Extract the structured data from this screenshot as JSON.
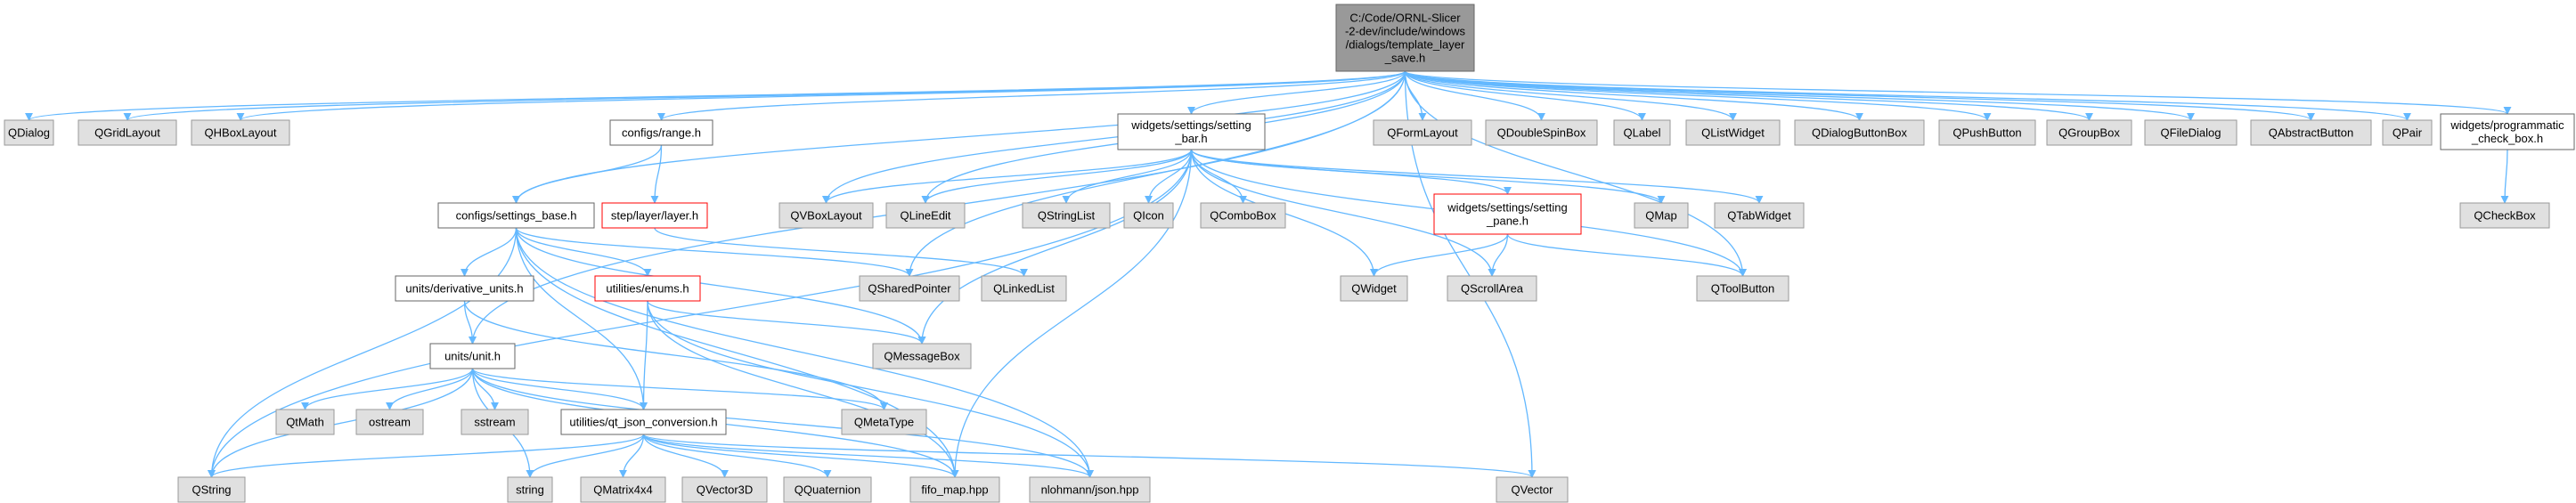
{
  "colors": {
    "edge": "#63b8ff",
    "root_fill": "#999999",
    "root_stroke": "#666666",
    "local_fill": "#ffffff",
    "local_stroke": "#666666",
    "highlight_stroke": "#ff0000",
    "external_fill": "#e0e0e0",
    "external_stroke": "#999999"
  },
  "nodes": [
    {
      "id": "root",
      "kind": "root",
      "lines": [
        "C:/Code/ORNL-Slicer",
        "-2-dev/include/windows",
        "/dialogs/template_layer",
        "_save.h"
      ]
    },
    {
      "id": "QDialog",
      "kind": "external",
      "lines": [
        "QDialog"
      ]
    },
    {
      "id": "QGridLayout",
      "kind": "external",
      "lines": [
        "QGridLayout"
      ]
    },
    {
      "id": "QHBoxLayout",
      "kind": "external",
      "lines": [
        "QHBoxLayout"
      ]
    },
    {
      "id": "range",
      "kind": "local",
      "lines": [
        "configs/range.h"
      ]
    },
    {
      "id": "setting_bar",
      "kind": "local",
      "lines": [
        "widgets/settings/setting",
        "_bar.h"
      ]
    },
    {
      "id": "QFormLayout",
      "kind": "external",
      "lines": [
        "QFormLayout"
      ]
    },
    {
      "id": "QDoubleSpinBox",
      "kind": "external",
      "lines": [
        "QDoubleSpinBox"
      ]
    },
    {
      "id": "QLabel",
      "kind": "external",
      "lines": [
        "QLabel"
      ]
    },
    {
      "id": "QListWidget",
      "kind": "external",
      "lines": [
        "QListWidget"
      ]
    },
    {
      "id": "QDialogButtonBox",
      "kind": "external",
      "lines": [
        "QDialogButtonBox"
      ]
    },
    {
      "id": "QPushButton",
      "kind": "external",
      "lines": [
        "QPushButton"
      ]
    },
    {
      "id": "QGroupBox",
      "kind": "external",
      "lines": [
        "QGroupBox"
      ]
    },
    {
      "id": "QFileDialog",
      "kind": "external",
      "lines": [
        "QFileDialog"
      ]
    },
    {
      "id": "QAbstractButton",
      "kind": "external",
      "lines": [
        "QAbstractButton"
      ]
    },
    {
      "id": "QPair",
      "kind": "external",
      "lines": [
        "QPair"
      ]
    },
    {
      "id": "prog_check",
      "kind": "local",
      "lines": [
        "widgets/programmatic",
        "_check_box.h"
      ]
    },
    {
      "id": "settings_base",
      "kind": "local",
      "lines": [
        "configs/settings_base.h"
      ]
    },
    {
      "id": "layer",
      "kind": "highlight",
      "lines": [
        "step/layer/layer.h"
      ]
    },
    {
      "id": "QVBoxLayout",
      "kind": "external",
      "lines": [
        "QVBoxLayout"
      ]
    },
    {
      "id": "QLineEdit",
      "kind": "external",
      "lines": [
        "QLineEdit"
      ]
    },
    {
      "id": "QStringList",
      "kind": "external",
      "lines": [
        "QStringList"
      ]
    },
    {
      "id": "QIcon",
      "kind": "external",
      "lines": [
        "QIcon"
      ]
    },
    {
      "id": "QComboBox",
      "kind": "external",
      "lines": [
        "QComboBox"
      ]
    },
    {
      "id": "setting_pane",
      "kind": "highlight",
      "lines": [
        "widgets/settings/setting",
        "_pane.h"
      ]
    },
    {
      "id": "QMap",
      "kind": "external",
      "lines": [
        "QMap"
      ]
    },
    {
      "id": "QTabWidget",
      "kind": "external",
      "lines": [
        "QTabWidget"
      ]
    },
    {
      "id": "QCheckBox",
      "kind": "external",
      "lines": [
        "QCheckBox"
      ]
    },
    {
      "id": "derivative_units",
      "kind": "local",
      "lines": [
        "units/derivative_units.h"
      ]
    },
    {
      "id": "enums",
      "kind": "highlight",
      "lines": [
        "utilities/enums.h"
      ]
    },
    {
      "id": "QSharedPointer",
      "kind": "external",
      "lines": [
        "QSharedPointer"
      ]
    },
    {
      "id": "QLinkedList",
      "kind": "external",
      "lines": [
        "QLinkedList"
      ]
    },
    {
      "id": "QWidget",
      "kind": "external",
      "lines": [
        "QWidget"
      ]
    },
    {
      "id": "QScrollArea",
      "kind": "external",
      "lines": [
        "QScrollArea"
      ]
    },
    {
      "id": "QToolButton",
      "kind": "external",
      "lines": [
        "QToolButton"
      ]
    },
    {
      "id": "QMessageBox",
      "kind": "external",
      "lines": [
        "QMessageBox"
      ]
    },
    {
      "id": "unit",
      "kind": "local",
      "lines": [
        "units/unit.h"
      ]
    },
    {
      "id": "QtMath",
      "kind": "external",
      "lines": [
        "QtMath"
      ]
    },
    {
      "id": "ostream",
      "kind": "external",
      "lines": [
        "ostream"
      ]
    },
    {
      "id": "sstream",
      "kind": "external",
      "lines": [
        "sstream"
      ]
    },
    {
      "id": "QMetaType",
      "kind": "external",
      "lines": [
        "QMetaType"
      ]
    },
    {
      "id": "qt_json",
      "kind": "local",
      "lines": [
        "utilities/qt_json_conversion.h"
      ]
    },
    {
      "id": "QString",
      "kind": "external",
      "lines": [
        "QString"
      ]
    },
    {
      "id": "string",
      "kind": "external",
      "lines": [
        "string"
      ]
    },
    {
      "id": "QMatrix4x4",
      "kind": "external",
      "lines": [
        "QMatrix4x4"
      ]
    },
    {
      "id": "QVector3D",
      "kind": "external",
      "lines": [
        "QVector3D"
      ]
    },
    {
      "id": "QQuaternion",
      "kind": "external",
      "lines": [
        "QQuaternion"
      ]
    },
    {
      "id": "fifo_map",
      "kind": "external",
      "lines": [
        "fifo_map.hpp"
      ]
    },
    {
      "id": "json",
      "kind": "external",
      "lines": [
        "nlohmann/json.hpp"
      ]
    },
    {
      "id": "QVector",
      "kind": "external",
      "lines": [
        "QVector"
      ]
    }
  ],
  "edges": [
    [
      "root",
      "QDialog"
    ],
    [
      "root",
      "QGridLayout"
    ],
    [
      "root",
      "QHBoxLayout"
    ],
    [
      "root",
      "range"
    ],
    [
      "root",
      "setting_bar"
    ],
    [
      "root",
      "QFormLayout"
    ],
    [
      "root",
      "QDoubleSpinBox"
    ],
    [
      "root",
      "QLabel"
    ],
    [
      "root",
      "QListWidget"
    ],
    [
      "root",
      "QDialogButtonBox"
    ],
    [
      "root",
      "QPushButton"
    ],
    [
      "root",
      "QGroupBox"
    ],
    [
      "root",
      "QFileDialog"
    ],
    [
      "root",
      "QAbstractButton"
    ],
    [
      "root",
      "QPair"
    ],
    [
      "root",
      "prog_check"
    ],
    [
      "root",
      "settings_base"
    ],
    [
      "root",
      "unit"
    ],
    [
      "root",
      "QVBoxLayout"
    ],
    [
      "root",
      "QLineEdit"
    ],
    [
      "root",
      "QSharedPointer"
    ],
    [
      "root",
      "QToolButton"
    ],
    [
      "root",
      "QVector"
    ],
    [
      "range",
      "settings_base"
    ],
    [
      "range",
      "layer"
    ],
    [
      "prog_check",
      "QCheckBox"
    ],
    [
      "setting_bar",
      "QVBoxLayout"
    ],
    [
      "setting_bar",
      "QLineEdit"
    ],
    [
      "setting_bar",
      "QStringList"
    ],
    [
      "setting_bar",
      "QIcon"
    ],
    [
      "setting_bar",
      "QComboBox"
    ],
    [
      "setting_bar",
      "setting_pane"
    ],
    [
      "setting_bar",
      "QMap"
    ],
    [
      "setting_bar",
      "QTabWidget"
    ],
    [
      "setting_bar",
      "QWidget"
    ],
    [
      "setting_bar",
      "QScrollArea"
    ],
    [
      "setting_bar",
      "QToolButton"
    ],
    [
      "setting_bar",
      "QMessageBox"
    ],
    [
      "setting_bar",
      "QString"
    ],
    [
      "setting_bar",
      "fifo_map"
    ],
    [
      "setting_pane",
      "QWidget"
    ],
    [
      "setting_pane",
      "QScrollArea"
    ],
    [
      "setting_pane",
      "QToolButton"
    ],
    [
      "settings_base",
      "derivative_units"
    ],
    [
      "settings_base",
      "enums"
    ],
    [
      "settings_base",
      "QSharedPointer"
    ],
    [
      "settings_base",
      "QString"
    ],
    [
      "settings_base",
      "qt_json"
    ],
    [
      "settings_base",
      "json"
    ],
    [
      "settings_base",
      "QMessageBox"
    ],
    [
      "settings_base",
      "fifo_map"
    ],
    [
      "layer",
      "QLinkedList"
    ],
    [
      "derivative_units",
      "unit"
    ],
    [
      "derivative_units",
      "QMetaType"
    ],
    [
      "enums",
      "qt_json"
    ],
    [
      "enums",
      "QMessageBox"
    ],
    [
      "enums",
      "fifo_map"
    ],
    [
      "enums",
      "json"
    ],
    [
      "unit",
      "QtMath"
    ],
    [
      "unit",
      "ostream"
    ],
    [
      "unit",
      "sstream"
    ],
    [
      "unit",
      "QMetaType"
    ],
    [
      "unit",
      "qt_json"
    ],
    [
      "unit",
      "QString"
    ],
    [
      "unit",
      "string"
    ],
    [
      "unit",
      "fifo_map"
    ],
    [
      "unit",
      "json"
    ],
    [
      "qt_json",
      "QString"
    ],
    [
      "qt_json",
      "string"
    ],
    [
      "qt_json",
      "QMatrix4x4"
    ],
    [
      "qt_json",
      "QVector3D"
    ],
    [
      "qt_json",
      "QQuaternion"
    ],
    [
      "qt_json",
      "fifo_map"
    ],
    [
      "qt_json",
      "json"
    ],
    [
      "qt_json",
      "QVector"
    ]
  ]
}
